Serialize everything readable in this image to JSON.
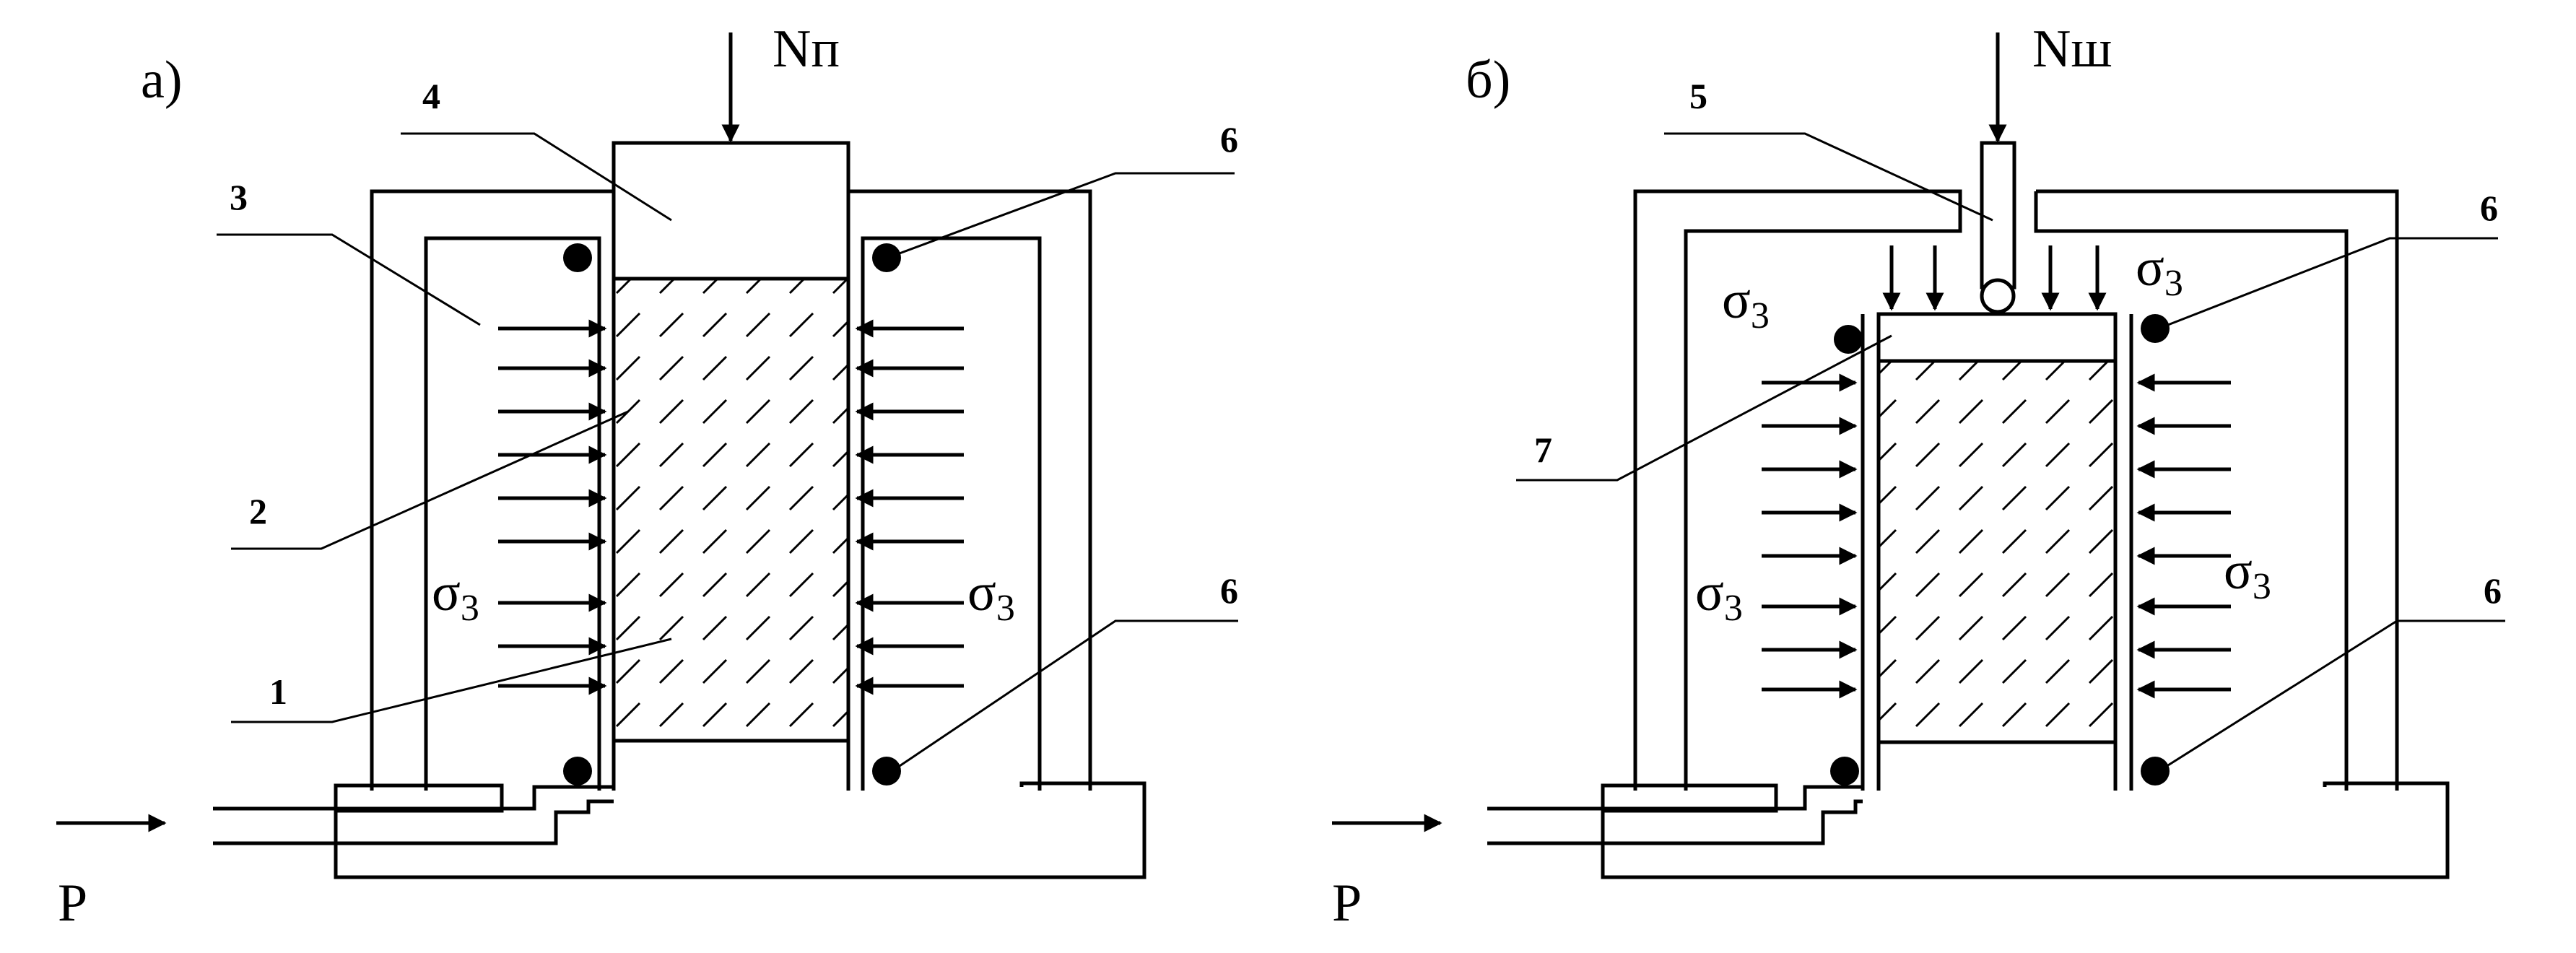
{
  "panel_a": {
    "label": "а)",
    "force_label": "Nп",
    "pressure_label": "P",
    "sigma_left": {
      "main": "σ",
      "sub": "3"
    },
    "sigma_right": {
      "main": "σ",
      "sub": "3"
    },
    "callouts": [
      "1",
      "2",
      "3",
      "4",
      "6",
      "6"
    ]
  },
  "panel_b": {
    "label": "б)",
    "force_label": "Nш",
    "pressure_label": "P",
    "sigma_top_left": {
      "main": "σ",
      "sub": "3"
    },
    "sigma_top_right": {
      "main": "σ",
      "sub": "3"
    },
    "sigma_left": {
      "main": "σ",
      "sub": "3"
    },
    "sigma_right": {
      "main": "σ",
      "sub": "3"
    },
    "callouts": [
      "5",
      "6",
      "7",
      "6"
    ]
  }
}
